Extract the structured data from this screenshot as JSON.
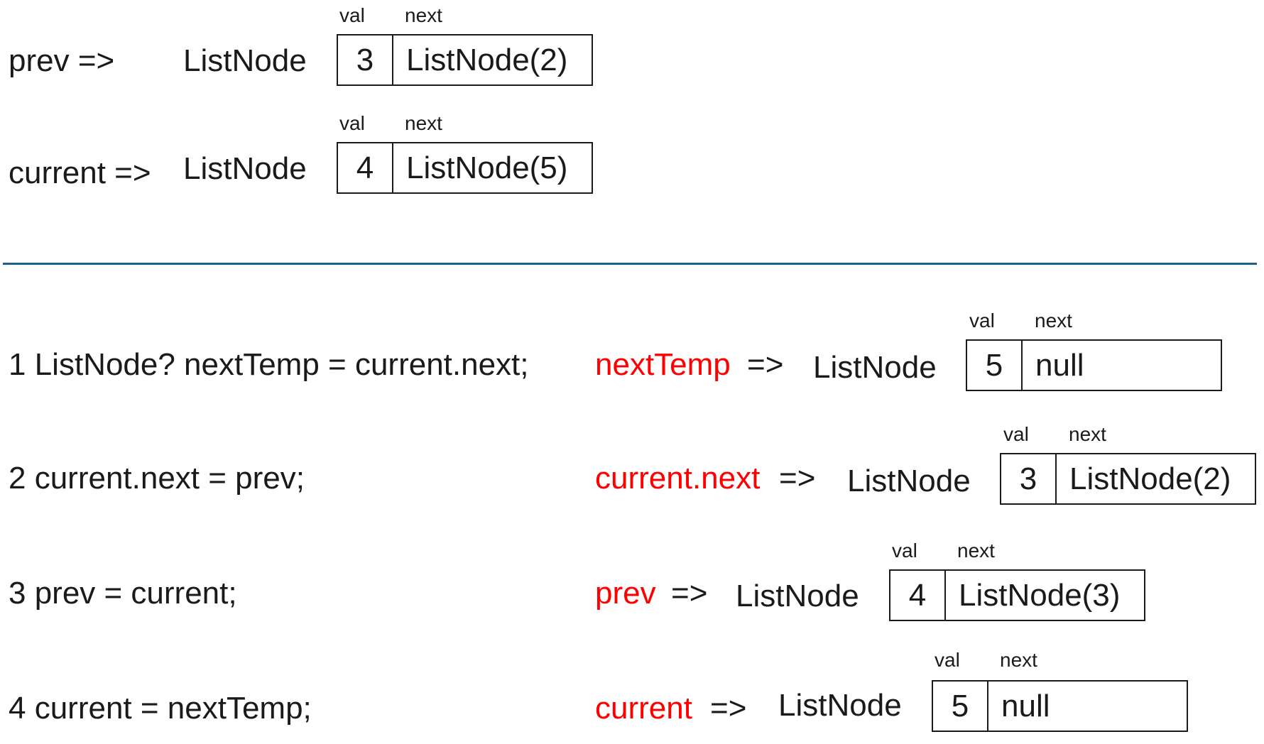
{
  "top": {
    "prev": {
      "label": "prev =>",
      "type": "ListNode",
      "val_header": "val",
      "next_header": "next",
      "val": "3",
      "next": "ListNode(2)"
    },
    "current": {
      "label": "current =>",
      "type": "ListNode",
      "val_header": "val",
      "next_header": "next",
      "val": "4",
      "next": "ListNode(5)"
    }
  },
  "steps": [
    {
      "code": "1 ListNode? nextTemp = current.next;",
      "var": "nextTemp",
      "arrow": "=>",
      "type": "ListNode",
      "val_header": "val",
      "next_header": "next",
      "val": "5",
      "next": "null"
    },
    {
      "code": "2 current.next = prev;",
      "var": "current.next",
      "arrow": "=>",
      "type": "ListNode",
      "val_header": "val",
      "next_header": "next",
      "val": "3",
      "next": "ListNode(2)"
    },
    {
      "code": "3 prev = current;",
      "var": "prev",
      "arrow": "=>",
      "type": "ListNode",
      "val_header": "val",
      "next_header": "next",
      "val": "4",
      "next": "ListNode(3)"
    },
    {
      "code": "4 current = nextTemp;",
      "var": "current",
      "arrow": "=>",
      "type": "ListNode",
      "val_header": "val",
      "next_header": "next",
      "val": "5",
      "next": "null"
    }
  ],
  "colors": {
    "highlight": "#ff0000",
    "divider": "#1f5f8b",
    "text": "#1a1a1a"
  }
}
